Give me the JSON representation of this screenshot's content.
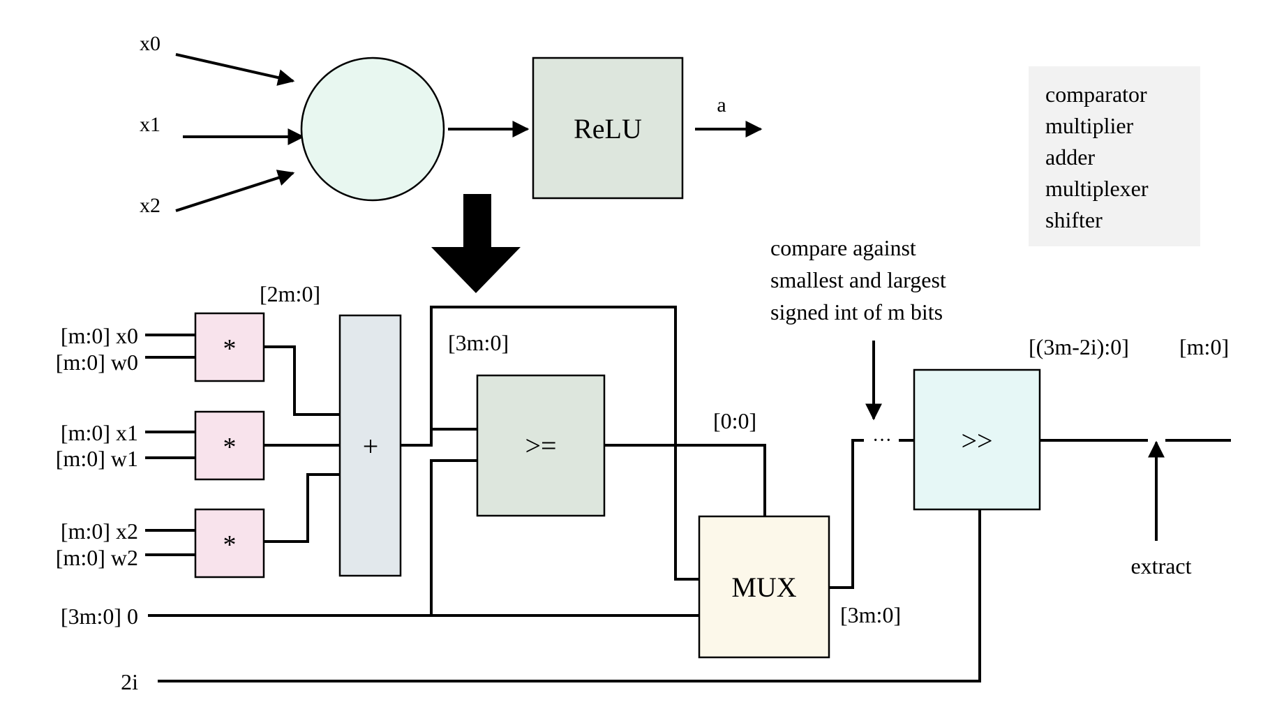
{
  "neuron": {
    "inputs": [
      "x0",
      "x1",
      "x2"
    ],
    "activation_label": "ReLU",
    "output_label": "a"
  },
  "legend": {
    "items": [
      {
        "label": "comparator",
        "color": "#1f5a1f"
      },
      {
        "label": "multiplier",
        "color": "#e05591"
      },
      {
        "label": "adder",
        "color": "#1f4e79"
      },
      {
        "label": "multiplexer",
        "color": "#f5d58f"
      },
      {
        "label": "shifter",
        "color": "#5cc3ad"
      }
    ]
  },
  "circuit": {
    "inputs": [
      "[m:0] x0",
      "[m:0] w0",
      "[m:0] x1",
      "[m:0] w1",
      "[m:0] x2",
      "[m:0] w2",
      "[3m:0] 0",
      "2i"
    ],
    "multiplier_symbol": "*",
    "adder_symbol": "+",
    "comparator_symbol": ">=",
    "mux_label": "MUX",
    "shifter_symbol": ">>",
    "bus_labels": {
      "adder_in": "[2m:0]",
      "adder_out": "[3m:0]",
      "compare_out": "[0:0]",
      "mux_out": "[3m:0]",
      "shift_out": "[(3m-2i):0]",
      "final": "[m:0]"
    },
    "ellipsis": "···",
    "compare_note": [
      "compare against",
      "smallest and largest",
      "signed int of m bits"
    ],
    "extract_label": "extract"
  },
  "colors": {
    "neuron_fill": "#e8f7f0",
    "relu_fill": "#dde6dd",
    "multiplier_fill": "#f8e3ec",
    "adder_fill": "#e2e8ec",
    "comparator_fill": "#dde6dd",
    "mux_fill": "#fcf8ea",
    "shifter_fill": "#e6f7f6",
    "legend_bg": "#f2f2f2"
  }
}
